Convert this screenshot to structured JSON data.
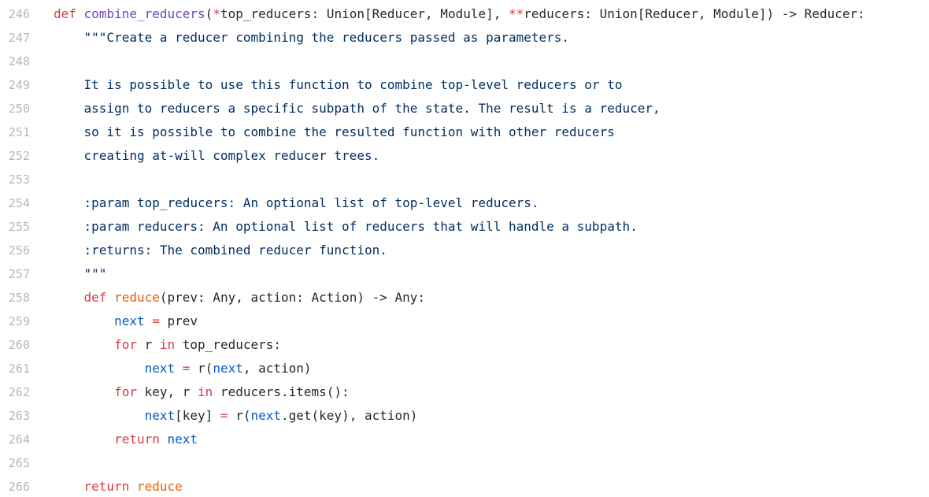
{
  "editor": {
    "background": "#ffffff",
    "line_number_color": "#b4b7ba",
    "token_colors": {
      "text": "#24292e",
      "keyword": "#d73a49",
      "function": "#6f42c1",
      "call": "#e36209",
      "builtin": "#005cc5",
      "string": "#032f62"
    },
    "lines": [
      {
        "number": "246",
        "tokens": [
          [
            "keyword",
            "def"
          ],
          [
            "text",
            " "
          ],
          [
            "function",
            "combine_reducers"
          ],
          [
            "text",
            "("
          ],
          [
            "keyword",
            "*"
          ],
          [
            "text",
            "top_reducers: Union[Reducer, Module], "
          ],
          [
            "keyword",
            "**"
          ],
          [
            "text",
            "reducers: Union[Reducer, Module]) -> Reducer:"
          ]
        ]
      },
      {
        "number": "247",
        "tokens": [
          [
            "text",
            "    "
          ],
          [
            "string",
            "\"\"\"Create a reducer combining the reducers passed as parameters."
          ]
        ]
      },
      {
        "number": "248",
        "tokens": []
      },
      {
        "number": "249",
        "tokens": [
          [
            "text",
            "    "
          ],
          [
            "string",
            "It is possible to use this function to combine top-level reducers or to"
          ]
        ]
      },
      {
        "number": "250",
        "tokens": [
          [
            "text",
            "    "
          ],
          [
            "string",
            "assign to reducers a specific subpath of the state. The result is a reducer,"
          ]
        ]
      },
      {
        "number": "251",
        "tokens": [
          [
            "text",
            "    "
          ],
          [
            "string",
            "so it is possible to combine the resulted function with other reducers"
          ]
        ]
      },
      {
        "number": "252",
        "tokens": [
          [
            "text",
            "    "
          ],
          [
            "string",
            "creating at-will complex reducer trees."
          ]
        ]
      },
      {
        "number": "253",
        "tokens": []
      },
      {
        "number": "254",
        "tokens": [
          [
            "text",
            "    "
          ],
          [
            "string",
            ":param top_reducers: An optional list of top-level reducers."
          ]
        ]
      },
      {
        "number": "255",
        "tokens": [
          [
            "text",
            "    "
          ],
          [
            "string",
            ":param reducers: An optional list of reducers that will handle a subpath."
          ]
        ]
      },
      {
        "number": "256",
        "tokens": [
          [
            "text",
            "    "
          ],
          [
            "string",
            ":returns: The combined reducer function."
          ]
        ]
      },
      {
        "number": "257",
        "tokens": [
          [
            "text",
            "    "
          ],
          [
            "string",
            "\"\"\""
          ]
        ]
      },
      {
        "number": "258",
        "tokens": [
          [
            "text",
            "    "
          ],
          [
            "keyword",
            "def"
          ],
          [
            "text",
            " "
          ],
          [
            "call",
            "reduce"
          ],
          [
            "text",
            "(prev: Any, action: Action) -> Any:"
          ]
        ]
      },
      {
        "number": "259",
        "tokens": [
          [
            "text",
            "        "
          ],
          [
            "builtin",
            "next"
          ],
          [
            "text",
            " "
          ],
          [
            "keyword",
            "="
          ],
          [
            "text",
            " prev"
          ]
        ]
      },
      {
        "number": "260",
        "tokens": [
          [
            "text",
            "        "
          ],
          [
            "keyword",
            "for"
          ],
          [
            "text",
            " r "
          ],
          [
            "keyword",
            "in"
          ],
          [
            "text",
            " top_reducers:"
          ]
        ]
      },
      {
        "number": "261",
        "tokens": [
          [
            "text",
            "            "
          ],
          [
            "builtin",
            "next"
          ],
          [
            "text",
            " "
          ],
          [
            "keyword",
            "="
          ],
          [
            "text",
            " r("
          ],
          [
            "builtin",
            "next"
          ],
          [
            "text",
            ", action)"
          ]
        ]
      },
      {
        "number": "262",
        "tokens": [
          [
            "text",
            "        "
          ],
          [
            "keyword",
            "for"
          ],
          [
            "text",
            " key, r "
          ],
          [
            "keyword",
            "in"
          ],
          [
            "text",
            " reducers.items():"
          ]
        ]
      },
      {
        "number": "263",
        "tokens": [
          [
            "text",
            "            "
          ],
          [
            "builtin",
            "next"
          ],
          [
            "text",
            "[key] "
          ],
          [
            "keyword",
            "="
          ],
          [
            "text",
            " r("
          ],
          [
            "builtin",
            "next"
          ],
          [
            "text",
            ".get(key), action)"
          ]
        ]
      },
      {
        "number": "264",
        "tokens": [
          [
            "text",
            "        "
          ],
          [
            "keyword",
            "return"
          ],
          [
            "text",
            " "
          ],
          [
            "builtin",
            "next"
          ]
        ]
      },
      {
        "number": "265",
        "tokens": []
      },
      {
        "number": "266",
        "tokens": [
          [
            "text",
            "    "
          ],
          [
            "keyword",
            "return"
          ],
          [
            "text",
            " "
          ],
          [
            "call",
            "reduce"
          ]
        ]
      }
    ]
  }
}
